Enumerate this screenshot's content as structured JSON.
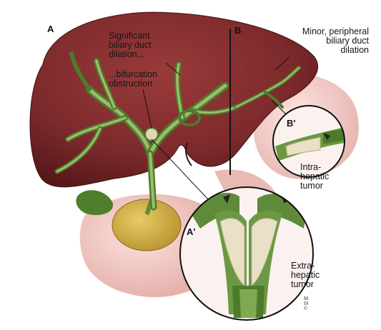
{
  "panels": {
    "a": "A",
    "b": "B",
    "a_prime": "A'",
    "b_prime": "B'"
  },
  "labels": {
    "significant_dilation": "Significant\nbiliary duct\ndilation...",
    "bifurcation_obstruction": "...bifurcation\nobstruction",
    "minor_dilation": "Minor, peripheral\nbiliary duct\ndilation",
    "intrahepatic_tumor": "Intra-\nhepatic\ntumor",
    "extrahepatic_tumor": "Extra-\nhepatic\ntumor"
  },
  "signature": "M\nJS\n©",
  "colors": {
    "liver": "#7d2a2c",
    "liver_dark": "#5a1a1c",
    "duct": "#5f8a3a",
    "duct_light": "#a9c97a",
    "gallbladder": "#c9a83a",
    "stomach": "#f0c8c4",
    "tumor": "#e6dcc2"
  }
}
